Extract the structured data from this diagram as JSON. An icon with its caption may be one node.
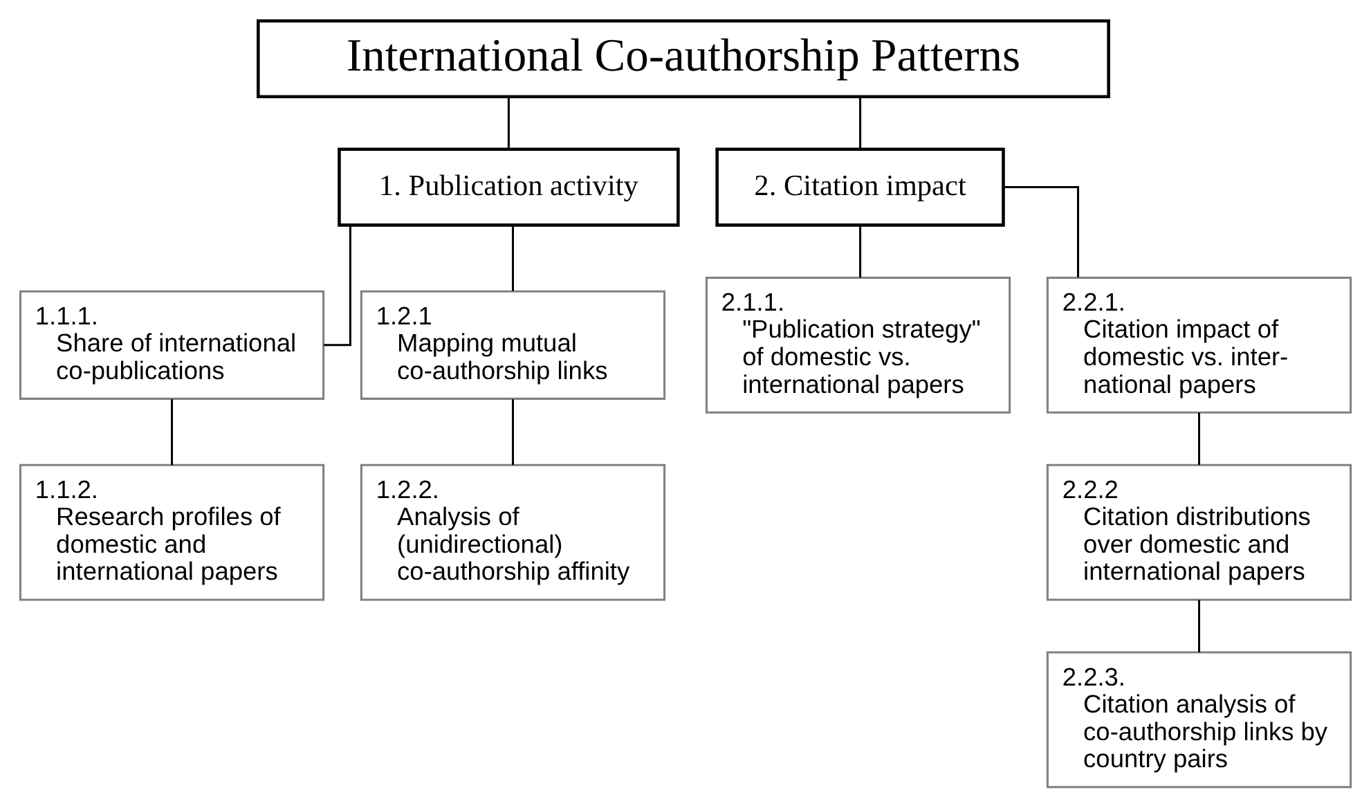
{
  "diagram": {
    "nodes": [
      {
        "text": [
          "International Co-authorship Patterns"
        ]
      },
      {
        "text": [
          "1. Publication activity"
        ]
      },
      {
        "text": [
          "2. Citation impact"
        ]
      },
      {
        "text": [
          "1.1.1.",
          "Share of international co-publications"
        ]
      },
      {
        "text": [
          "1.2.1",
          "Mapping mutual co-authorship links"
        ]
      },
      {
        "text": [
          "2.1.1.",
          "\"Publication strategy\" of domestic vs. international papers"
        ]
      },
      {
        "text": [
          "2.2.1.",
          "Citation impact of domestic vs. inter- national papers"
        ]
      },
      {
        "text": [
          "1.1.2.",
          "Research profiles of domestic and international papers"
        ]
      },
      {
        "text": [
          "1.2.2.",
          "Analysis of (unidirectional) co-authorship affinity"
        ]
      },
      {
        "text": [
          "2.2.2",
          "Citation distributions over domestic and international papers"
        ]
      },
      {
        "text": [
          "2.2.3.",
          "Citation analysis of co-authorship links by country pairs"
        ]
      }
    ],
    "edges": [
      {
        "from": 0,
        "to": 1,
        "arrow": "none"
      },
      {
        "from": 0,
        "to": 2,
        "arrow": "none"
      },
      {
        "from": 1,
        "to": 3,
        "arrow": "none"
      },
      {
        "from": 1,
        "to": 4,
        "arrow": "none"
      },
      {
        "from": 2,
        "to": 5,
        "arrow": "none"
      },
      {
        "from": 2,
        "to": 6,
        "arrow": "none"
      },
      {
        "from": 3,
        "to": 7,
        "arrow": "none"
      },
      {
        "from": 4,
        "to": 8,
        "arrow": "none"
      },
      {
        "from": 6,
        "to": 9,
        "arrow": "none"
      },
      {
        "from": 9,
        "to": 10,
        "arrow": "none"
      }
    ]
  }
}
